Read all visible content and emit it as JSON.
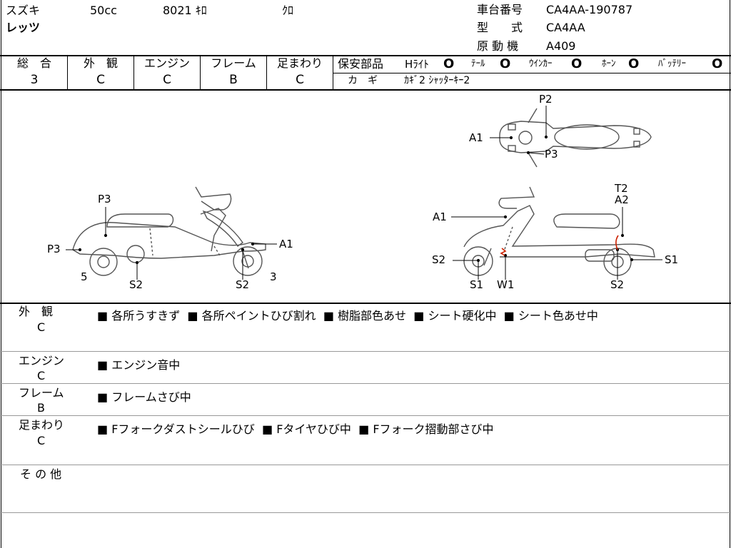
{
  "header": {
    "maker": "スズキ",
    "cc": "50cc",
    "mileage": "8021 ｷﾛ",
    "color": "ｸﾛ",
    "model_name": "レッツ",
    "frame_no_label": "車台番号",
    "frame_no_value": "CA4AA-190787",
    "type_label": "型　　式",
    "type_value": "CA4AA",
    "engine_label": "原 動 機",
    "engine_value": "A409"
  },
  "grades": {
    "overall": {
      "label": "総　合",
      "value": "3"
    },
    "exterior": {
      "label": "外　観",
      "value": "C"
    },
    "engine": {
      "label": "エンジン",
      "value": "C"
    },
    "frame": {
      "label": "フレーム",
      "value": "B"
    },
    "suspension": {
      "label": "足まわり",
      "value": "C"
    }
  },
  "safety": {
    "label": "保安部品",
    "items": [
      {
        "name": "Hﾗｲﾄ",
        "mark": "O"
      },
      {
        "name": "ﾃｰﾙ",
        "mark": "O"
      },
      {
        "name": "ｳｲﾝｶｰ",
        "mark": "O"
      },
      {
        "name": "ﾎｰﾝ",
        "mark": "O"
      },
      {
        "name": "ﾊﾞｯﾃﾘｰ",
        "mark": "O"
      }
    ],
    "key_label": "カ　ギ",
    "key_value": "ｶｷﾞ2 ｼｬｯﾀｰｷｰ2"
  },
  "diagram": {
    "top_labels": {
      "p2": "P2",
      "a1": "A1",
      "p3": "P3"
    },
    "left_labels": {
      "p3_top": "P3",
      "p3_left": "P3",
      "a1": "A1",
      "n5": "5",
      "s2_a": "S2",
      "s2_b": "S2",
      "n3": "3"
    },
    "right_labels": {
      "t2": "T2",
      "a2": "A2",
      "a1": "A1",
      "s2_left": "S2",
      "s1_right": "S1",
      "s1_bottom": "S1",
      "w1": "W1",
      "s2_bottom": "S2"
    }
  },
  "remarks": [
    {
      "section": "外　観",
      "grade": "C",
      "items": [
        "各所うすきず",
        "各所ペイントひび割れ",
        "樹脂部色あせ",
        "シート硬化中",
        "シート色あせ中"
      ]
    },
    {
      "section": "エンジン",
      "grade": "C",
      "items": [
        "エンジン音中"
      ]
    },
    {
      "section": "フレーム",
      "grade": "B",
      "items": [
        "フレームさび中"
      ]
    },
    {
      "section": "足まわり",
      "grade": "C",
      "items": [
        "Fフォークダストシールひび",
        "Fタイヤひび中",
        "Fフォーク摺動部さび中"
      ]
    },
    {
      "section": "そ の 他",
      "grade": "",
      "items": []
    }
  ],
  "colors": {
    "line": "#000000",
    "sketch": "#555555",
    "red_mark": "#cc2200"
  }
}
